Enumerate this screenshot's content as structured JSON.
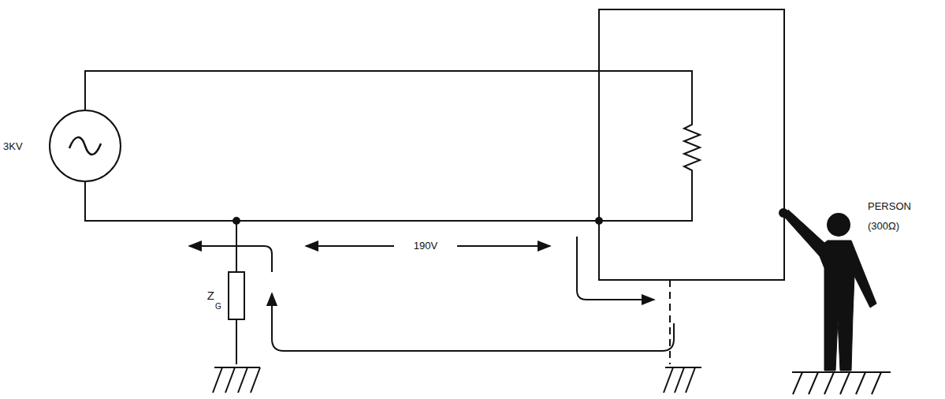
{
  "diagram": {
    "labels": [
      "3KV",
      "190V",
      "Z",
      "G",
      "PERSON",
      "(300Ω)"
    ]
  }
}
